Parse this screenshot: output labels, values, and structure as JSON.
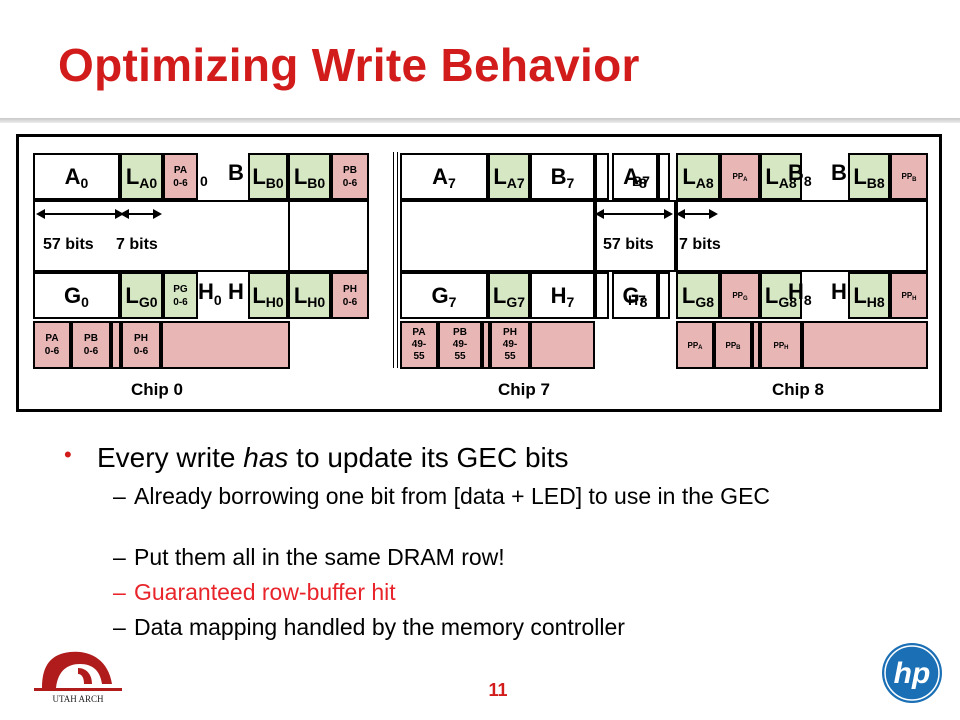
{
  "slide": {
    "title": "Optimizing Write Behavior",
    "page_number": "11",
    "accent_color": "#d21b1b",
    "bullet_red_color": "#e8242a",
    "green_fill": "#d6e7c3",
    "pink_fill": "#e7b6b5"
  },
  "diagram": {
    "chip0": {
      "label": "Chip 0",
      "a_main": "A",
      "a_sub": "0",
      "la_main": "L",
      "la_sub": "A0",
      "pa_lines": [
        "PA",
        "0-6"
      ],
      "b_hidden_sub": "0",
      "b_main": "B",
      "lb_hidden": "L",
      "lb_hidden_sub": "B0",
      "lb_main": "L",
      "lb_sub": "B0",
      "pb_lines": [
        "PB",
        "0-6"
      ],
      "bits_57": "57 bits",
      "bits_7": "7 bits",
      "g_main": "G",
      "g_sub": "0",
      "lg_main": "L",
      "lg_sub": "G0",
      "pg_lines": [
        "PG",
        "0-6"
      ],
      "h_hidden": "H",
      "h_hidden_sub": "0",
      "h_main": "H",
      "lh_hidden": "L",
      "lh_hidden_sub": "H0",
      "lh_main": "L",
      "lh_sub": "H0",
      "ph_lines": [
        "PH",
        "0-6"
      ],
      "parity_row": [
        [
          "PA",
          "0-6"
        ],
        [
          "PB",
          "0-6"
        ],
        [
          "PH",
          "0-6"
        ]
      ]
    },
    "chip7": {
      "label": "Chip 7",
      "a_main": "A",
      "a_sub": "7",
      "la_main": "L",
      "la_sub": "A7",
      "b_main": "B",
      "b_sub": "7",
      "g_main": "G",
      "g_sub": "7",
      "lg_main": "L",
      "lg_sub": "G7",
      "h_main": "H",
      "h_sub": "7",
      "parity_row": [
        [
          "PA",
          "49-",
          "55"
        ],
        [
          "PB",
          "49-",
          "55"
        ],
        [
          "PH",
          "49-",
          "55"
        ]
      ]
    },
    "chip8": {
      "label": "Chip 8",
      "a_main": "A",
      "a_sub": "8",
      "la_main": "L",
      "la_sub": "A8",
      "ppa": "PP",
      "ppa_sub": "A",
      "lb_hidden": "L",
      "lb_hidden_sub": "A8",
      "b_main": "B",
      "b_sub": "8",
      "b2_main": "B",
      "lb_main": "L",
      "lb_sub": "B8",
      "ppb": "PP",
      "ppb_sub": "B",
      "bits_57": "57 bits",
      "bits_7": "7 bits",
      "g_main": "G",
      "g_sub": "8",
      "h7_main": "H",
      "h7_sub": "7",
      "lg_main": "L",
      "lg_sub": "G8",
      "ppg": "PP",
      "ppg_sub": "G",
      "lg2_main": "L",
      "lg2_sub": "G8",
      "h_main": "H",
      "h_sub": "8",
      "h2_main": "H",
      "lh_main": "L",
      "lh_sub": "H8",
      "pph": "PP",
      "pph_sub": "H",
      "parity_row": [
        [
          "PP",
          "A"
        ],
        [
          "PP",
          "B"
        ],
        [
          "PP",
          "H"
        ]
      ],
      "a7_overlay_sub": "B7"
    }
  },
  "bullets": {
    "main": "Every write has to update its GEC bits",
    "main_pre": "Every write ",
    "main_em": "has",
    "main_post": " to update its GEC bits",
    "sub": [
      "Already borrowing one bit from [data + LED] to use in the GEC",
      "Put them all in the same DRAM row!",
      "Guaranteed row-buffer hit",
      "Data mapping handled by the memory controller"
    ],
    "dash": "–"
  },
  "logos": {
    "left_text": "UTAH ARCH",
    "right_text": "hp"
  }
}
